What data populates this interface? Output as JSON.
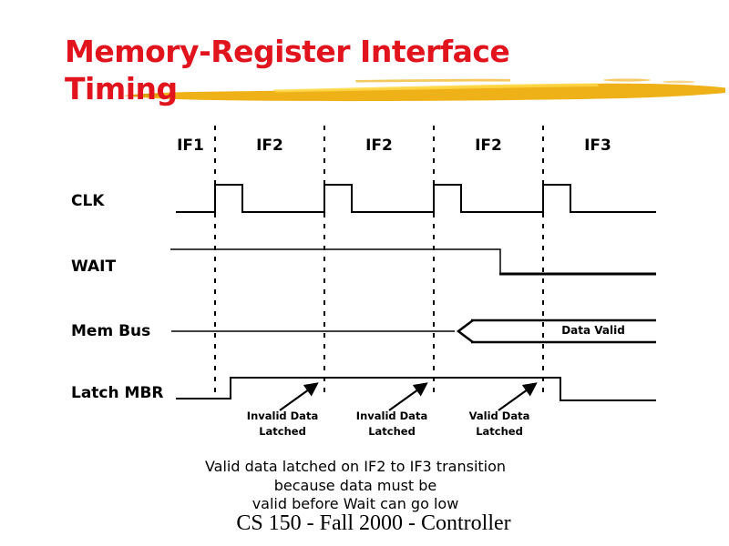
{
  "title": {
    "line1": "Memory-Register Interface",
    "line2": "Timing"
  },
  "colors": {
    "title_red": "#e1141e",
    "swoosh_gold": "#efb118",
    "swoosh_highlight": "#ffd949",
    "diagram_line": "#000000",
    "background": "#ffffff"
  },
  "diagram": {
    "phases": [
      "IF1",
      "IF2",
      "IF2",
      "IF2",
      "IF3"
    ],
    "signals": [
      "CLK",
      "WAIT",
      "Mem Bus",
      "Latch MBR"
    ],
    "bus_label": "Data Valid",
    "annotations": [
      {
        "line1": "Invalid Data",
        "line2": "Latched"
      },
      {
        "line1": "Invalid Data",
        "line2": "Latched"
      },
      {
        "line1": "Valid Data",
        "line2": "Latched"
      }
    ]
  },
  "caption": {
    "line1": "Valid data latched on IF2 to IF3 transition",
    "line2": "because data must be",
    "line3": "valid before Wait can go low"
  },
  "footer": "CS 150 - Fall 2000 - Controller"
}
